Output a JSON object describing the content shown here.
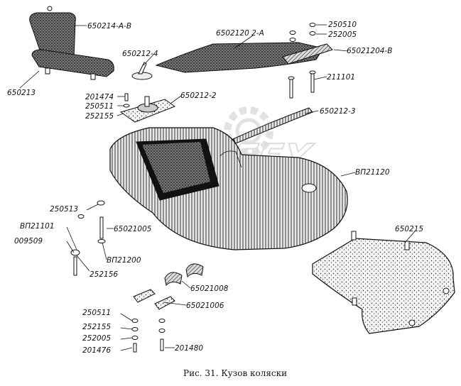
{
  "caption": "Рис. 31. Кузов коляски",
  "watermark": "DFEX",
  "parts": [
    {
      "id": "p1",
      "label": "650214-А-В"
    },
    {
      "id": "p2",
      "label": "650213"
    },
    {
      "id": "p3",
      "label": "650212-4"
    },
    {
      "id": "p4",
      "label": "6502120 2-А"
    },
    {
      "id": "p5",
      "label": "250510"
    },
    {
      "id": "p6",
      "label": "252005"
    },
    {
      "id": "p7",
      "label": "65021204-В"
    },
    {
      "id": "p8",
      "label": "211101"
    },
    {
      "id": "p9",
      "label": "201474"
    },
    {
      "id": "p10",
      "label": "250511"
    },
    {
      "id": "p11",
      "label": "252155"
    },
    {
      "id": "p12",
      "label": "650212-2"
    },
    {
      "id": "p13",
      "label": "650212-3"
    },
    {
      "id": "p14",
      "label": "ВП21120"
    },
    {
      "id": "p15",
      "label": "250513"
    },
    {
      "id": "p16",
      "label": "65021005"
    },
    {
      "id": "p17",
      "label": "ВП21101"
    },
    {
      "id": "p18",
      "label": "009509"
    },
    {
      "id": "p19",
      "label": "ВП21200"
    },
    {
      "id": "p20",
      "label": "252156"
    },
    {
      "id": "p21",
      "label": "650215"
    },
    {
      "id": "p22",
      "label": "65021008"
    },
    {
      "id": "p23",
      "label": "65021006"
    },
    {
      "id": "p24",
      "label": "250511"
    },
    {
      "id": "p25",
      "label": "252155"
    },
    {
      "id": "p26",
      "label": "252005"
    },
    {
      "id": "p27",
      "label": "201476"
    },
    {
      "id": "p28",
      "label": "201480"
    }
  ]
}
